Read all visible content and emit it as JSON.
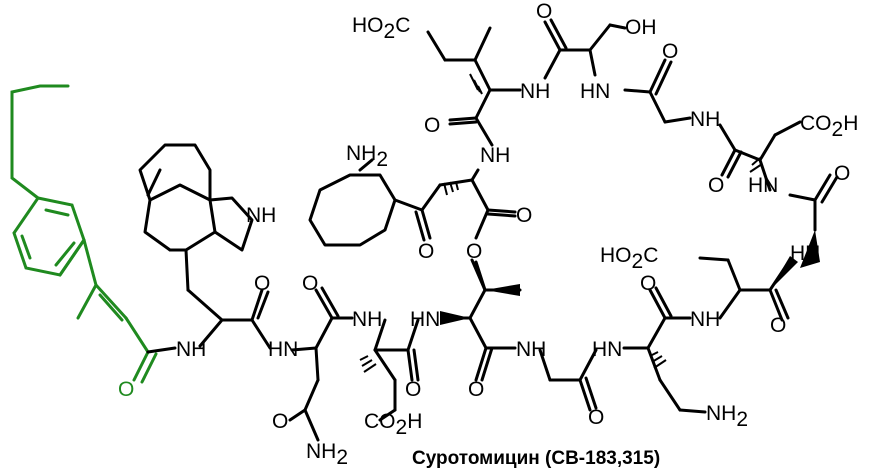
{
  "caption": "Суротомицин (CB-183,315)",
  "colors": {
    "structure": "#000000",
    "lipid_tail": "#1f8a1f"
  },
  "labels": {
    "ho2c_top": "HO",
    "ho2c_top_sub": "2",
    "ho2c_top_c": "C",
    "oh_top": "OH",
    "o_top1": "O",
    "o_top2": "O",
    "nh_top1": "NH",
    "hn_top2": "HN",
    "o_mid1": "O",
    "nh_mid1": "NH",
    "nh_right1": "NH",
    "co2h_right": "CO",
    "co2h_right_sub": "2",
    "co2h_right_h": "H",
    "nh2_aryl": "NH",
    "nh2_aryl_sub": "2",
    "nh_indole": "NH",
    "o_kyn": "O",
    "o_ester": "O",
    "o_ester_ring": "O",
    "o_right2": "O",
    "hn_right2": "HN",
    "o_right3": "O",
    "ho2c_mid": "HO",
    "ho2c_mid_sub": "2",
    "ho2c_mid_c": "C",
    "hn_right3": "HN",
    "o_trp": "O",
    "o_asn": "O",
    "o_orn": "O",
    "o_asp2": "O",
    "nh_a": "NH",
    "hn_b": "HN",
    "nh_c": "NH",
    "hn_d": "HN",
    "nh_e": "NH",
    "hn_f": "HN",
    "nh_g": "NH",
    "o_enamide": "O",
    "o_low1": "O",
    "o_low2": "O",
    "o_low3": "O",
    "o_low4": "O",
    "co2h_low": "CO",
    "co2h_low_sub": "2",
    "co2h_low_h": "H",
    "nh2_low": "NH",
    "nh2_low_sub": "2",
    "o_asn_amide": "O",
    "nh2_orn": "NH",
    "nh2_orn_sub": "2"
  }
}
